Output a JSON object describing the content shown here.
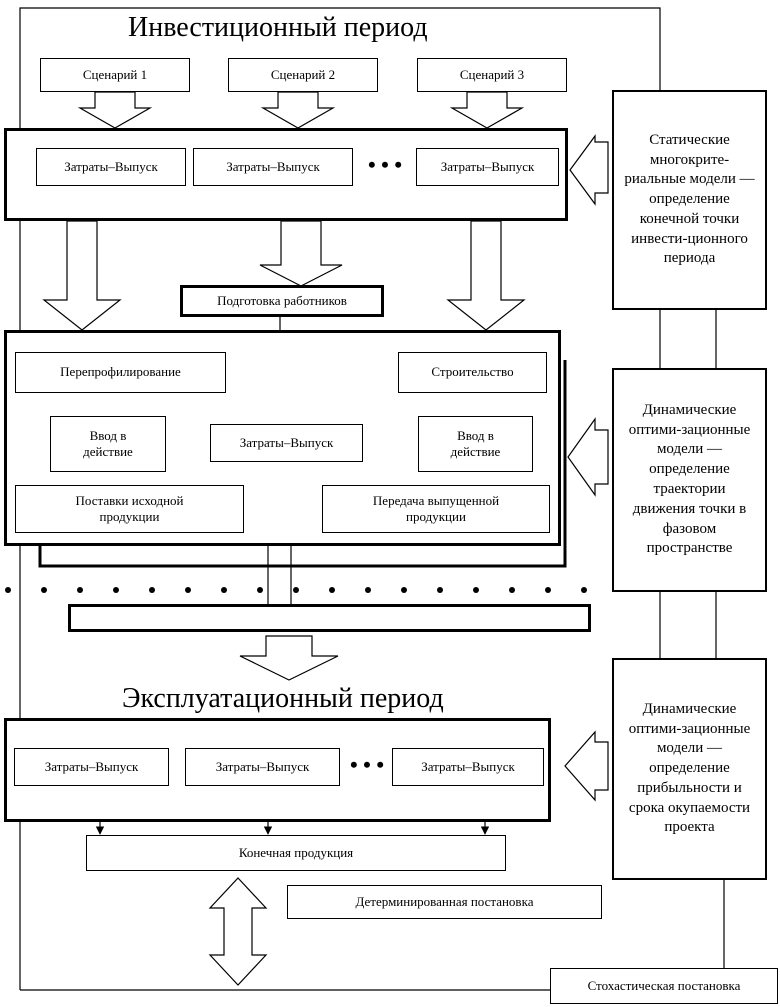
{
  "titles": {
    "investment": "Инвестиционный период",
    "operation": "Эксплуатационный период"
  },
  "scenarios": [
    "Сценарий 1",
    "Сценарий 2",
    "Сценарий 3"
  ],
  "io_label": "Затраты–Выпуск",
  "ellipsis": "• • •",
  "training": "Подготовка работников",
  "middle": {
    "reprofiling": "Перепрофилирование",
    "construction": "Строительство",
    "commissioning": "Ввод в действие",
    "supply": "Поставки исходной продукции",
    "transfer": "Передача выпущенной продукции"
  },
  "final_product": "Конечная продукция",
  "deterministic": "Детерминированная постановка",
  "stochastic": "Стохастическая постановка",
  "side_models": [
    "Статические многокрите-риальные модели — определение конечной точки инвести-ционного периода",
    "Динамические оптими-зационные модели — определение траектории движения точки в фазовом пространстве",
    "Динамические оптими-зационные модели — определение прибыльности и срока окупаемости проекта"
  ]
}
